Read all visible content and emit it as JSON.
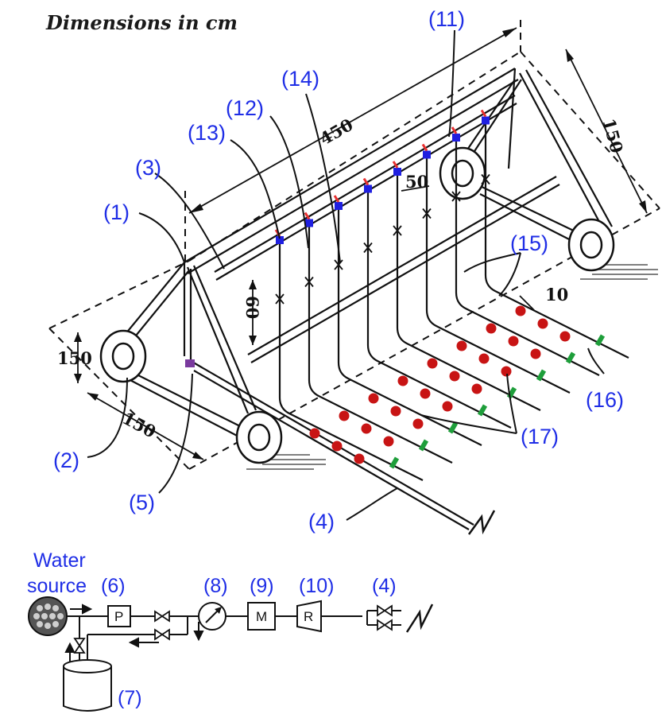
{
  "title": "Dimensions in cm",
  "labels": {
    "l1": "(1)",
    "l2": "(2)",
    "l3": "(3)",
    "l4": "(4)",
    "l5": "(5)",
    "l11": "(11)",
    "l12": "(12)",
    "l13": "(13)",
    "l14": "(14)",
    "l15": "(15)",
    "l16": "(16)",
    "l17": "(17)"
  },
  "dimensions": {
    "length": "450",
    "side": "150",
    "height": "150",
    "base": "150",
    "drop": "60",
    "spacing": "50",
    "emitter": "10"
  },
  "water_system": {
    "source_line1": "Water",
    "source_line2": "source",
    "pump_label": "(6)",
    "pump_box": "P",
    "tank_label": "(7)",
    "gauge_label": "(8)",
    "meter_label": "(9)",
    "meter_box": "M",
    "regulator_label": "(10)",
    "regulator_box": "R",
    "pipe_label": "(4)"
  },
  "colors": {
    "label_blue": "#1f2ee6",
    "nozzle_blue": "#1f1fe0",
    "nozzle_tip_red": "#e83030",
    "emitter_red": "#c81414",
    "emitter_green": "#1e9e3a",
    "inlet_purple": "#7a3a9e"
  }
}
